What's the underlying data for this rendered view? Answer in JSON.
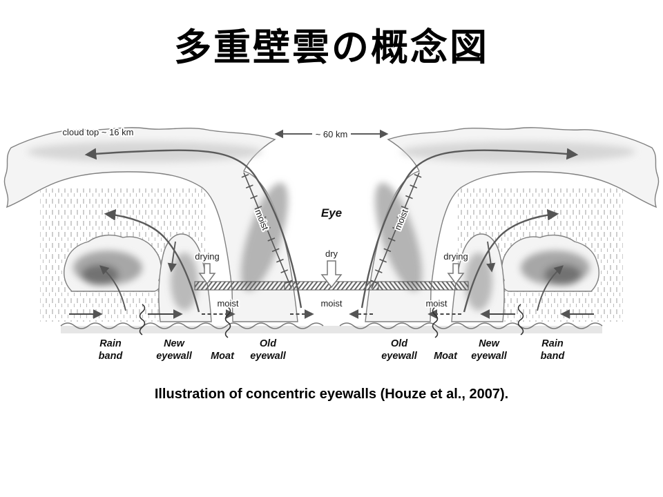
{
  "slide": {
    "title": "多重壁雲の概念図",
    "caption": "Illustration of concentric eyewalls (Houze et al., 2007)."
  },
  "diagram": {
    "cloud_top": "cloud top ~ 16 km",
    "scale": "~ 60 km",
    "eye": "Eye",
    "dry": "dry",
    "drying_left": "drying",
    "drying_right": "drying",
    "moist_slant_left": "moist",
    "moist_slant_right": "moist",
    "moist_surface_left": "moist",
    "moist_surface_center": "moist",
    "moist_surface_right": "moist",
    "bottom_labels": [
      {
        "l1": "Rain",
        "l2": "band"
      },
      {
        "l1": "New",
        "l2": "eyewall"
      },
      {
        "l1": "",
        "l2": "Moat"
      },
      {
        "l1": "Old",
        "l2": "eyewall"
      },
      {
        "l1": "Old",
        "l2": "eyewall"
      },
      {
        "l1": "",
        "l2": "Moat"
      },
      {
        "l1": "New",
        "l2": "eyewall"
      },
      {
        "l1": "Rain",
        "l2": "band"
      }
    ],
    "colors": {
      "arrow_ink": "#5a5a5a",
      "cloud_fill": "#f4f4f4",
      "cloud_stroke": "#7f7f7f"
    }
  }
}
